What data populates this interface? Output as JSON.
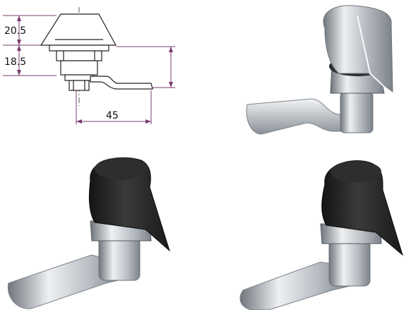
{
  "drawing": {
    "dim_top": "20.5",
    "dim_middle": "18.5",
    "dim_width": "45"
  },
  "colors": {
    "dimension_line": "#7a3b6e",
    "outline": "#222222",
    "chrome_light": "#eef0f2",
    "chrome_mid": "#b9bec4",
    "chrome_dark": "#6f757c",
    "knob_black": "#2a2a2a",
    "knob_dark": "#141414"
  },
  "images": [
    {
      "name": "chrome-wing-knob-cam-lock",
      "icon": "cam-lock-chrome-icon"
    },
    {
      "name": "black-wing-knob-cam-lock-front",
      "icon": "cam-lock-black-icon"
    },
    {
      "name": "black-wing-knob-cam-lock-side",
      "icon": "cam-lock-black-icon"
    }
  ]
}
